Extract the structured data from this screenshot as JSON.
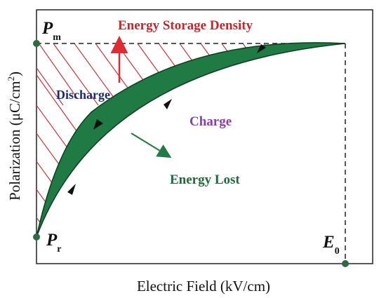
{
  "axes": {
    "xlabel": "Electric Field (kV/cm)",
    "ylabel_main": "Polarization (μC/cm",
    "ylabel_sup": "2",
    "ylabel_close": ")"
  },
  "points": {
    "pm_main": "P",
    "pm_sub": "m",
    "pr_main": "P",
    "pr_sub": "r",
    "e0_main": "E",
    "e0_sub": "0"
  },
  "annotations": {
    "energy_storage": "Energy Storage Density",
    "discharge": "Discharge",
    "charge": "Charge",
    "energy_lost": "Energy Lost"
  },
  "colors": {
    "energy_storage": "#c0282d",
    "discharge": "#1f2a6b",
    "charge": "#8a3fa8",
    "energy_lost": "#1e6b3a",
    "loop_fill": "#1f7a43",
    "hatch": "#c8343a",
    "point": "#2e6b3e"
  }
}
